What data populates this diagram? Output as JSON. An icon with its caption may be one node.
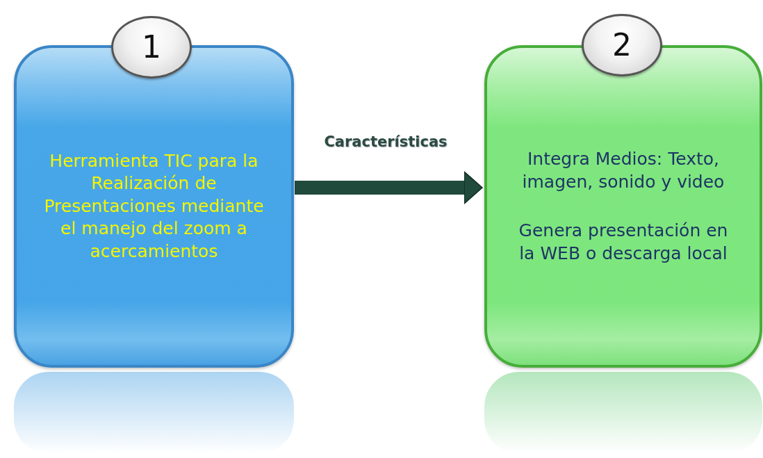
{
  "diagram": {
    "nodes": [
      {
        "text": [
          "1"
        ]
      },
      {
        "text": [
          "Herramienta TIC para la Realización de Presentaciones mediante el manejo del zoom a acercamientos"
        ]
      },
      {
        "text": [
          "2"
        ]
      },
      {
        "text": [
          "Integra Medios: Texto, imagen, sonido y video",
          "Genera presentación en la WEB o descarga local"
        ]
      }
    ],
    "edges": [
      {
        "from": 1,
        "to": 3,
        "arrow": "to",
        "label": "Características"
      }
    ]
  }
}
